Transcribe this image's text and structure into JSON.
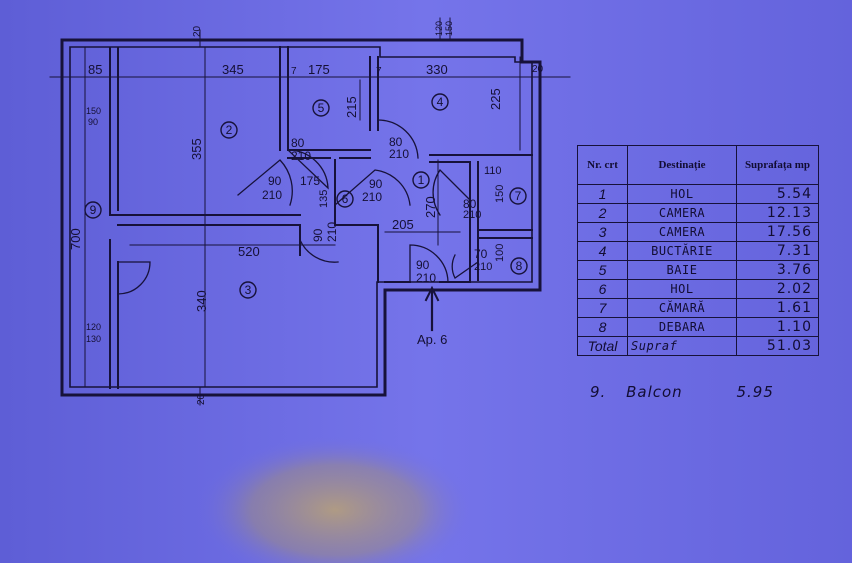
{
  "dimensions": {
    "top_85": "85",
    "top_345": "345",
    "top_7a": "7",
    "top_175": "175",
    "top_7b": "7",
    "top_330": "330",
    "top_20_right": "20",
    "top_20_left": "20",
    "top_120": "120",
    "top_150": "150",
    "left_150": "150",
    "left_90": "90",
    "left_700": "700",
    "left_120": "120",
    "left_130": "130",
    "v_355": "355",
    "v_215": "215",
    "v_225": "225",
    "v_340": "340",
    "v_270": "270",
    "v_135": "135",
    "v_150": "150",
    "v_100": "100",
    "h_520": "520",
    "h_205": "205",
    "h_175": "175",
    "h_110": "110",
    "bottom_20": "20"
  },
  "doors": [
    {
      "w": "80",
      "h": "210"
    },
    {
      "w": "80",
      "h": "210"
    },
    {
      "w": "90",
      "h": "210"
    },
    {
      "w": "90",
      "h": "210"
    },
    {
      "w": "90",
      "h": "210"
    },
    {
      "w": "80",
      "h": "210"
    },
    {
      "w": "70",
      "h": "210"
    },
    {
      "w": "90",
      "h": "210"
    }
  ],
  "room_numbers": [
    "1",
    "2",
    "3",
    "4",
    "5",
    "6",
    "7",
    "8",
    "9"
  ],
  "entrance_label": "Ap. 6",
  "table": {
    "headers": [
      "Nr. crt",
      "Destinație",
      "Suprafața mp"
    ],
    "rows": [
      {
        "nr": "1",
        "dest": "HOL",
        "area": "5.54"
      },
      {
        "nr": "2",
        "dest": "CAMERA",
        "area": "12.13"
      },
      {
        "nr": "3",
        "dest": "CAMERA",
        "area": "17.56"
      },
      {
        "nr": "4",
        "dest": "BUCTĂRIE",
        "area": "7.31"
      },
      {
        "nr": "5",
        "dest": "BAIE",
        "area": "3.76"
      },
      {
        "nr": "6",
        "dest": "HOL",
        "area": "2.02"
      },
      {
        "nr": "7",
        "dest": "CĂMARĂ",
        "area": "1.61"
      },
      {
        "nr": "8",
        "dest": "DEBARA",
        "area": "1.10"
      }
    ],
    "total_label": "Total",
    "total_text": "Supraf",
    "total_value": "51.03"
  },
  "balcony": {
    "nr": "9.",
    "name": "Balcon",
    "area": "5.95"
  },
  "colors": {
    "paper": "#6f6ee6",
    "ink": "#151035",
    "stain": "#b9a263"
  }
}
